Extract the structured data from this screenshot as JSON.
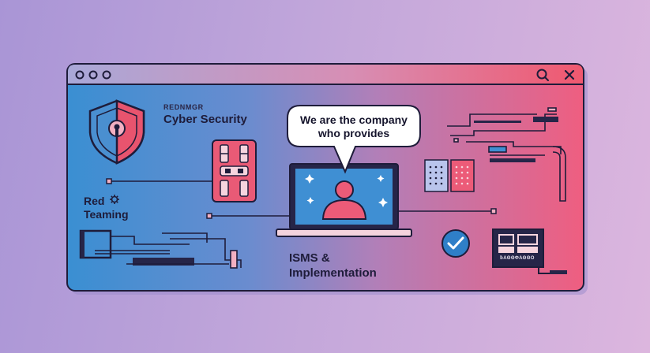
{
  "window": {
    "controls": [
      "close-dot",
      "minimize-dot",
      "maximize-dot"
    ],
    "toolbar_icons": [
      "search-icon",
      "close-icon"
    ]
  },
  "labels": {
    "cyber_small": "REDNMGR",
    "cyber_security": "Cyber Security",
    "red_teaming_line1": "Red",
    "red_teaming_line2": "Teaming",
    "isms_line1": "ISMS &",
    "isms_line2": "Implementation"
  },
  "speech_bubble": {
    "line1": "We are the company",
    "line2": "who provides"
  },
  "panel": {
    "caption": "ƀΑΘΘΦΑΘΘΟ"
  },
  "icons": [
    "shield-lock-icon",
    "gear-icon",
    "server-rack-icon",
    "laptop-icon",
    "user-avatar-icon",
    "sparkle-icon",
    "check-circle-icon",
    "grid-panel-icon"
  ],
  "colors": {
    "window_gradient_left": "#3b8ed0",
    "window_gradient_right": "#ef5b7c",
    "titlebar_right": "#f0607e",
    "accent_red": "#e85470",
    "outline": "#1e1c3a",
    "bubble": "#ffffff",
    "laptop_base": "#f4d3dd",
    "check_blue": "#2f7fc8"
  }
}
